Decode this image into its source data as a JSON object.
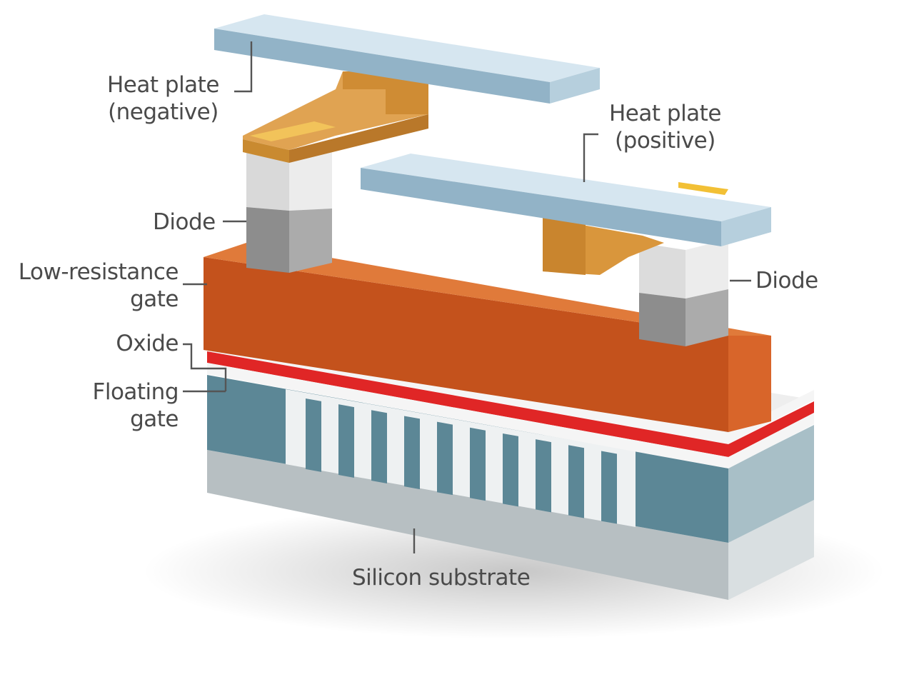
{
  "diagram": {
    "labels": {
      "heat_plate_negative": "Heat plate\n(negative)",
      "heat_plate_positive": "Heat plate\n(positive)",
      "diode_left": "Diode",
      "diode_right": "Diode",
      "low_resistance_gate": "Low-resistance\ngate",
      "oxide": "Oxide",
      "floating_gate": "Floating\ngate",
      "silicon_substrate": "Silicon substrate"
    },
    "colors": {
      "heat_plate": "#a9c6d8",
      "connector": "#d9963c",
      "diode_light": "#d8d8d8",
      "diode_dark": "#8e8e8e",
      "gate": "#c8561f",
      "floating_gate": "#e02626",
      "oxide": "#f2f2f2",
      "substrate_blue": "#5f8a99",
      "substrate_base": "#c8cfd1"
    }
  }
}
